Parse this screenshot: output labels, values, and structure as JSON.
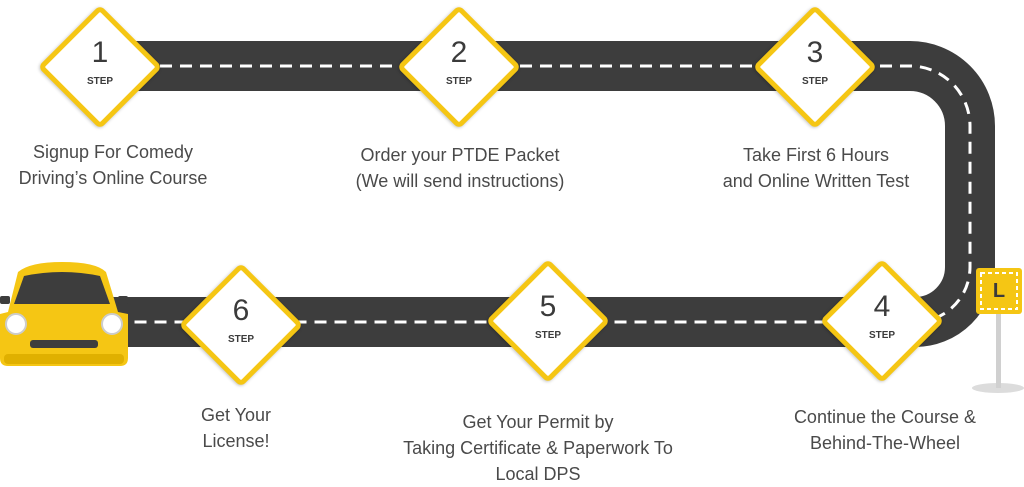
{
  "steps": [
    {
      "number": "1",
      "label": "STEP",
      "caption": [
        "Signup For Comedy",
        "Driving’s Online Course"
      ]
    },
    {
      "number": "2",
      "label": "STEP",
      "caption": [
        "Order your PTDE Packet",
        "(We will send instructions)"
      ]
    },
    {
      "number": "3",
      "label": "STEP",
      "caption": [
        "Take First 6 Hours",
        "and Online Written Test"
      ]
    },
    {
      "number": "4",
      "label": "STEP",
      "caption": [
        "Continue the Course &",
        "Behind-The-Wheel"
      ]
    },
    {
      "number": "5",
      "label": "STEP",
      "caption": [
        "Get Your Permit  by",
        "Taking Certificate & Paperwork To",
        "Local DPS"
      ]
    },
    {
      "number": "6",
      "label": "STEP",
      "caption": [
        "Get Your",
        "License!"
      ]
    }
  ],
  "l_sign": {
    "letter": "L"
  },
  "colors": {
    "road": "#3d3d3d",
    "accent": "#f5c614",
    "text": "#4a4a4a",
    "lane_marking": "#ffffff"
  },
  "icons": [
    "car-icon",
    "l-sign-icon"
  ]
}
